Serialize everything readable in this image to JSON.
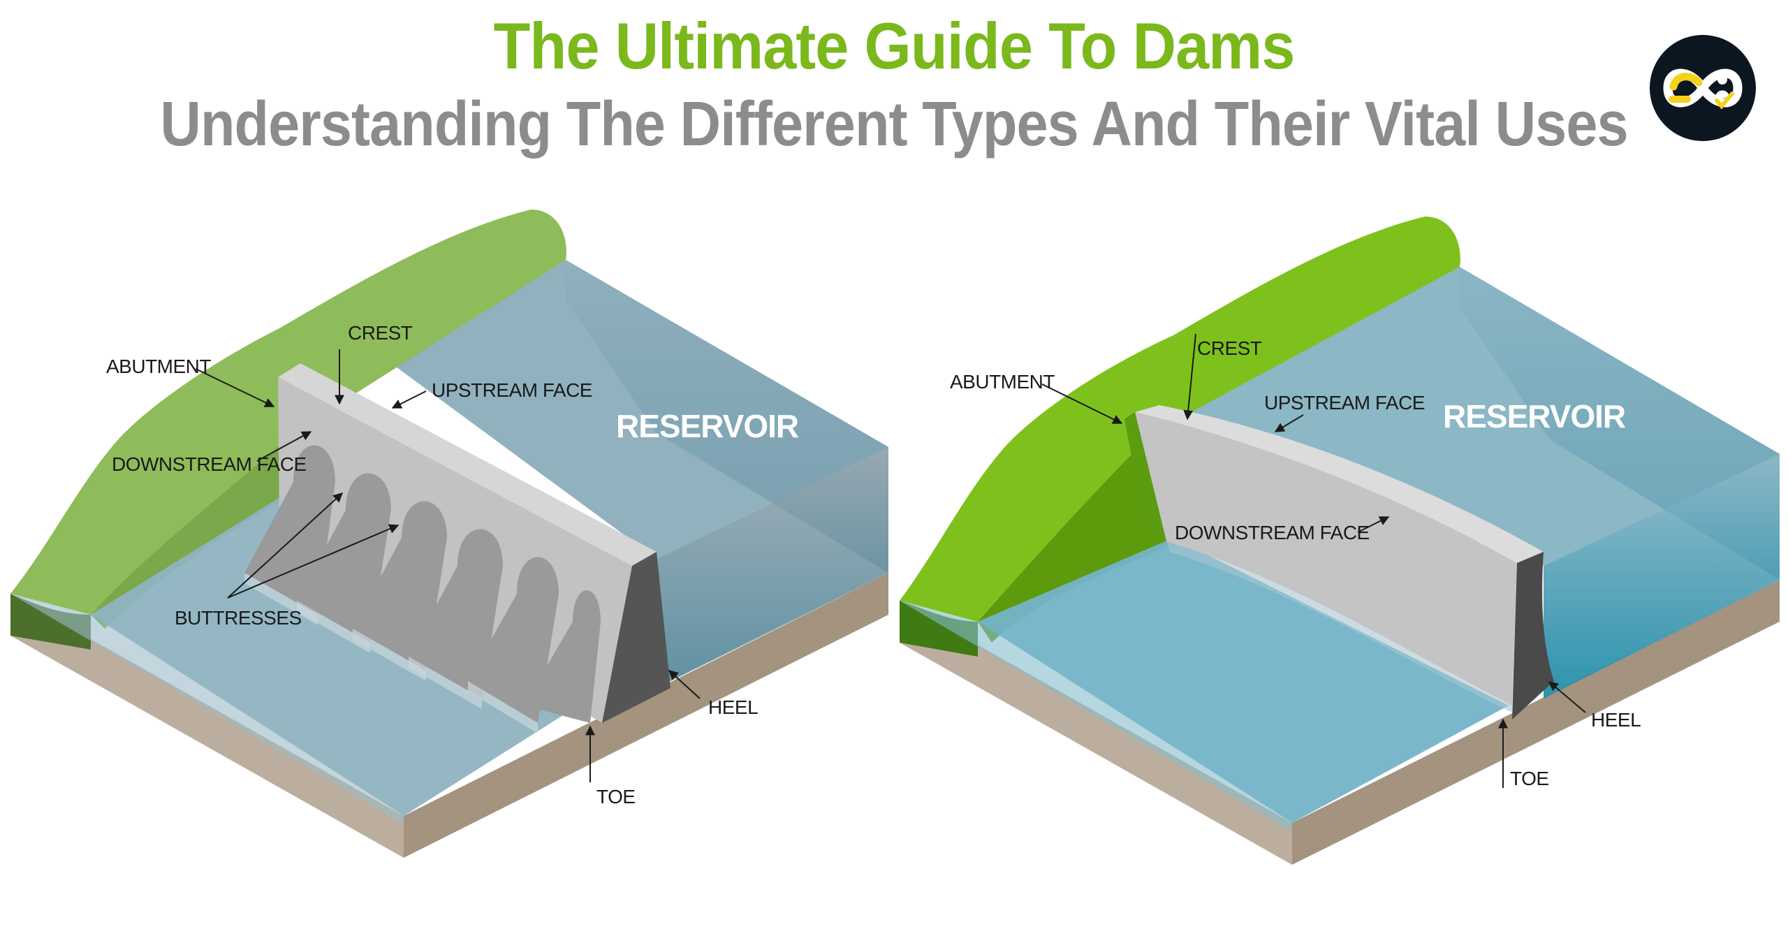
{
  "header": {
    "title": "The Ultimate Guide To Dams",
    "subtitle": "Understanding The Different Types And Their Vital Uses"
  },
  "colors": {
    "title_green": "#7ab81c",
    "subtitle_gray": "#8c8c8c",
    "grass": "#8fbc5a",
    "water": "#5f96ab",
    "concrete": "#c6c6c6",
    "base": "#bcae9f"
  },
  "buttress_dam": {
    "labels": {
      "crest": "CREST",
      "abutment": "ABUTMENT",
      "upstream_face": "UPSTREAM FACE",
      "downstream_face": "DOWNSTREAM FACE",
      "buttresses": "BUTTRESSES",
      "reservoir": "RESERVOIR",
      "heel": "HEEL",
      "toe": "TOE"
    }
  },
  "arch_dam": {
    "labels": {
      "crest": "CREST",
      "abutment": "ABUTMENT",
      "upstream_face": "UPSTREAM FACE",
      "downstream_face": "DOWNSTREAM FACE",
      "reservoir": "RESERVOIR",
      "heel": "HEEL",
      "toe": "TOE"
    }
  },
  "logo": {
    "icon": "infinity-logo-icon"
  }
}
